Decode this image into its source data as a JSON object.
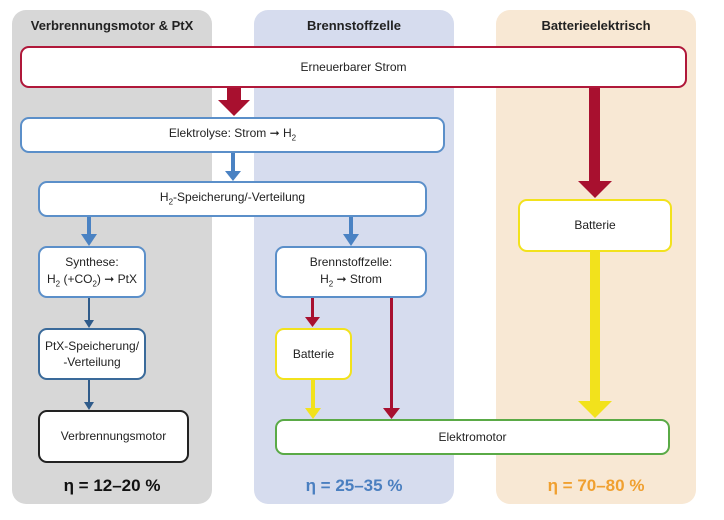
{
  "columns": {
    "verbrennung": {
      "title": "Verbrennungsmotor & PtX",
      "efficiency": "η = 12–20 %",
      "bg": "#d7d7d7",
      "eff_color": "#111111"
    },
    "brennstoffzelle": {
      "title": "Brennstoffzelle",
      "efficiency": "η = 25–35 %",
      "bg": "#d6dcee",
      "eff_color": "#4a7fc0"
    },
    "batterie": {
      "title": "Batterieelektrisch",
      "efficiency": "η = 70–80 %",
      "bg": "#f8e8d4",
      "eff_color": "#f0a030"
    }
  },
  "boxes": {
    "erneuerbar": "Erneuerbarer Strom",
    "elektrolyse_pre": "Elektrolyse: Strom ➞ H",
    "elektrolyse_sub": "2",
    "speicherung_pre": "H",
    "speicherung_sub": "2",
    "speicherung_post": "-Speicherung/-Verteilung",
    "synthese_line1": "Synthese:",
    "synthese_h": "H",
    "synthese_sub1": "2",
    "synthese_mid": " (+CO",
    "synthese_sub2": "2",
    "synthese_post": ") ➞ PtX",
    "ptx_line1": "PtX-Speicherung/",
    "ptx_line2": "-Verteilung",
    "verbrennungsmotor": "Verbrennungsmotor",
    "bz_line1": "Brennstoffzelle:",
    "bz_h": "H",
    "bz_sub": "2",
    "bz_post": " ➞ Strom",
    "batterie_bz": "Batterie",
    "batterie_right": "Batterie",
    "elektromotor": "Elektromotor"
  },
  "colors": {
    "blue": "#4a82c3",
    "red": "#a8102f",
    "yellow": "#f2e21c",
    "navy": "#2f5b8a"
  }
}
